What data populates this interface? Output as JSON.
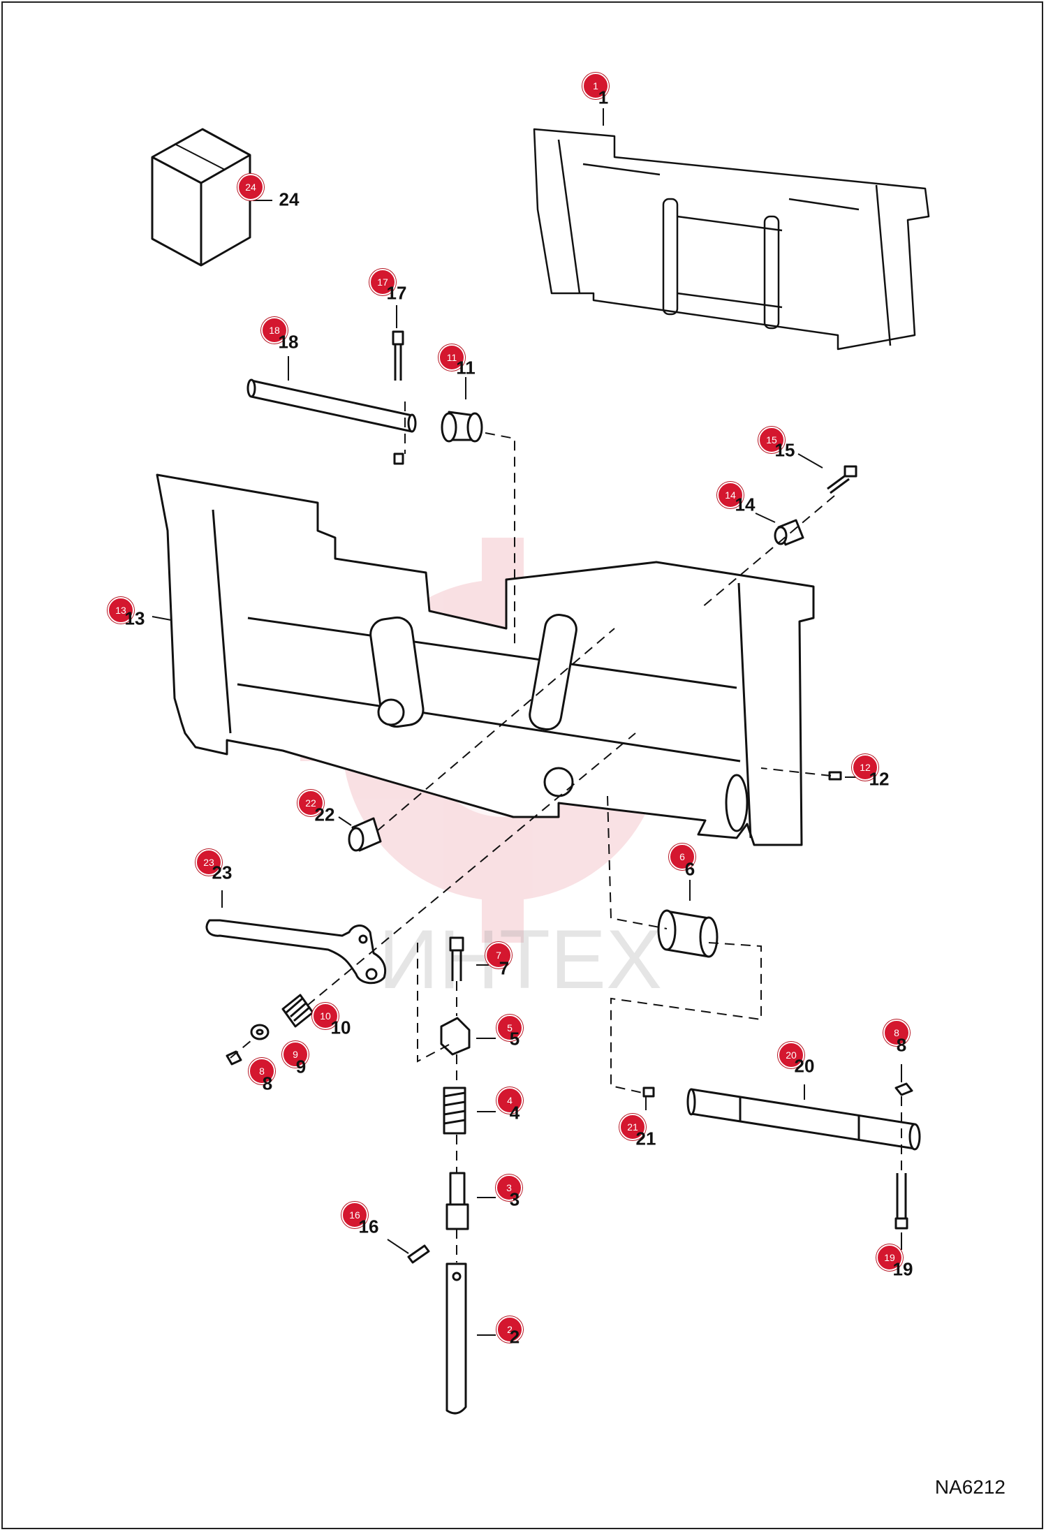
{
  "drawing_code": "NA6212",
  "watermark": "ИНТЕХ",
  "accent_color": "#d4172f",
  "parts": [
    {
      "id": "1",
      "label": "1"
    },
    {
      "id": "2",
      "label": "2"
    },
    {
      "id": "3",
      "label": "3"
    },
    {
      "id": "4",
      "label": "4"
    },
    {
      "id": "5",
      "label": "5"
    },
    {
      "id": "6",
      "label": "6"
    },
    {
      "id": "7",
      "label": "7"
    },
    {
      "id": "8a",
      "label": "8"
    },
    {
      "id": "8b",
      "label": "8"
    },
    {
      "id": "9",
      "label": "9"
    },
    {
      "id": "10",
      "label": "10"
    },
    {
      "id": "11",
      "label": "11"
    },
    {
      "id": "12",
      "label": "12"
    },
    {
      "id": "13",
      "label": "13"
    },
    {
      "id": "14",
      "label": "14"
    },
    {
      "id": "15",
      "label": "15"
    },
    {
      "id": "16",
      "label": "16"
    },
    {
      "id": "17",
      "label": "17"
    },
    {
      "id": "18",
      "label": "18"
    },
    {
      "id": "19",
      "label": "19"
    },
    {
      "id": "20",
      "label": "20"
    },
    {
      "id": "21",
      "label": "21"
    },
    {
      "id": "22",
      "label": "22"
    },
    {
      "id": "23",
      "label": "23"
    },
    {
      "id": "24",
      "label": "24"
    }
  ]
}
